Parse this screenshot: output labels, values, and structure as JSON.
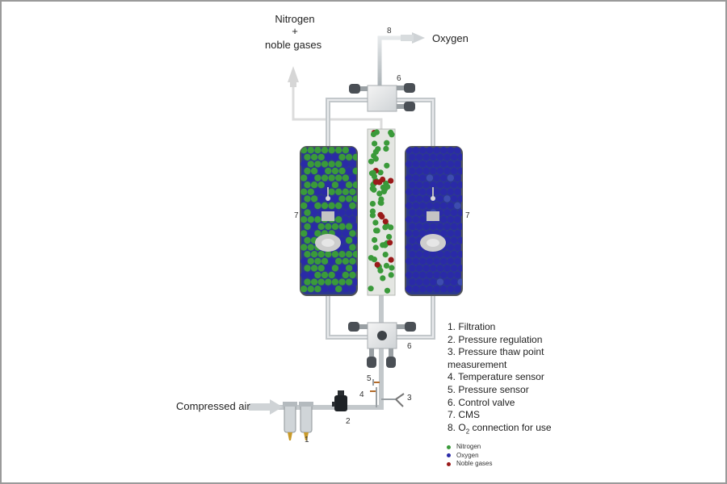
{
  "labels": {
    "nitrogen_out_line1": "Nitrogen",
    "nitrogen_out_line2": "+",
    "nitrogen_out_line3": "noble gases",
    "oxygen_out": "Oxygen",
    "compressed_air": "Compressed air"
  },
  "numbers": {
    "n1": "1",
    "n2": "2",
    "n3": "3",
    "n4": "4",
    "n5": "5",
    "n6_top": "6",
    "n6_bottom": "6",
    "n7_left": "7",
    "n7_right": "7",
    "n8": "8"
  },
  "legend": [
    "1. Filtration",
    "2. Pressure regulation",
    "3. Pressure thaw point",
    "measurement",
    "4. Temperature sensor",
    "5. Pressure sensor",
    "6. Control valve",
    "7. CMS",
    "8. O",
    "2",
    " connection for use"
  ],
  "gas_legend": [
    {
      "label": "Nitrogen",
      "color": "#3a9a3a"
    },
    {
      "label": "Oxygen",
      "color": "#2a2aa8"
    },
    {
      "label": "Noble gases",
      "color": "#9a1a1a"
    }
  ],
  "colors": {
    "nitrogen": "#3a9a3a",
    "oxygen": "#2a2aa8",
    "noble": "#9a1a1a",
    "pipe": "#c8cdd0",
    "tank_edge": "#555a60"
  }
}
